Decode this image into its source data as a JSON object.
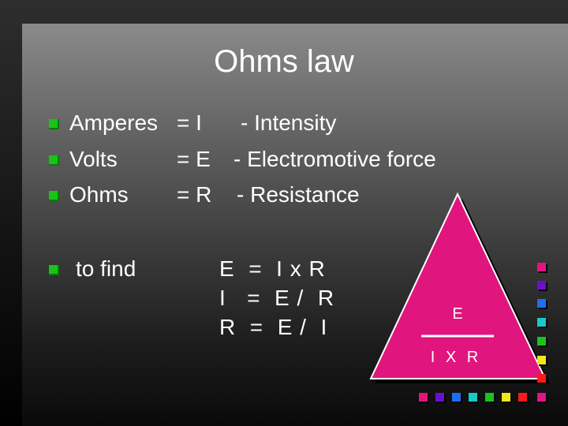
{
  "slide": {
    "title": "Ohms law",
    "bullets": [
      {
        "unit": "Amperes",
        "eq": "= I",
        "desc": "- Intensity"
      },
      {
        "unit": "Volts",
        "eq": "= E",
        "desc": "- Electromotive force"
      },
      {
        "unit": "Ohms",
        "eq": "= R",
        "desc": "- Resistance"
      }
    ],
    "find_label": "to find",
    "formulas": [
      "E  =  I x R",
      "I   =  E /  R",
      "R  =  E /  I"
    ],
    "triangle": {
      "top": "E",
      "bottom": "I X R",
      "fill": "#e0157e"
    },
    "bullet_color": "#18c418",
    "square_colors": [
      "#e0157e",
      "#6a0fd0",
      "#1d6ff0",
      "#19c9c9",
      "#18c418",
      "#f0e61c",
      "#ff1a1a"
    ]
  }
}
